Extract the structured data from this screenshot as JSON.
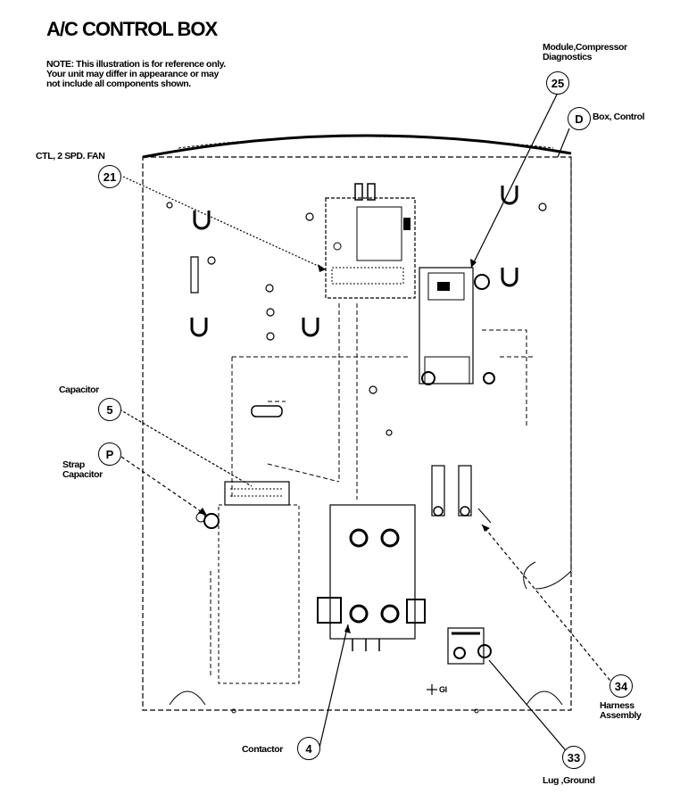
{
  "title": "A/C CONTROL BOX",
  "note": "NOTE: This illustration is for reference only. Your unit may differ in appearance or may not include all components shown.",
  "callouts": [
    {
      "ref": "21",
      "label": "CTL, 2 SPD. FAN"
    },
    {
      "ref": "25",
      "label": "Module,Compressor Diagnostics"
    },
    {
      "ref": "D",
      "label": "Box, Control"
    },
    {
      "ref": "5",
      "label": "Capacitor"
    },
    {
      "ref": "P",
      "label": "Strap Capacitor"
    },
    {
      "ref": "4",
      "label": "Contactor"
    },
    {
      "ref": "34",
      "label": "Harness Assembly"
    },
    {
      "ref": "33",
      "label": "Lug ,Ground"
    }
  ],
  "ground_symbol_label": "GI"
}
